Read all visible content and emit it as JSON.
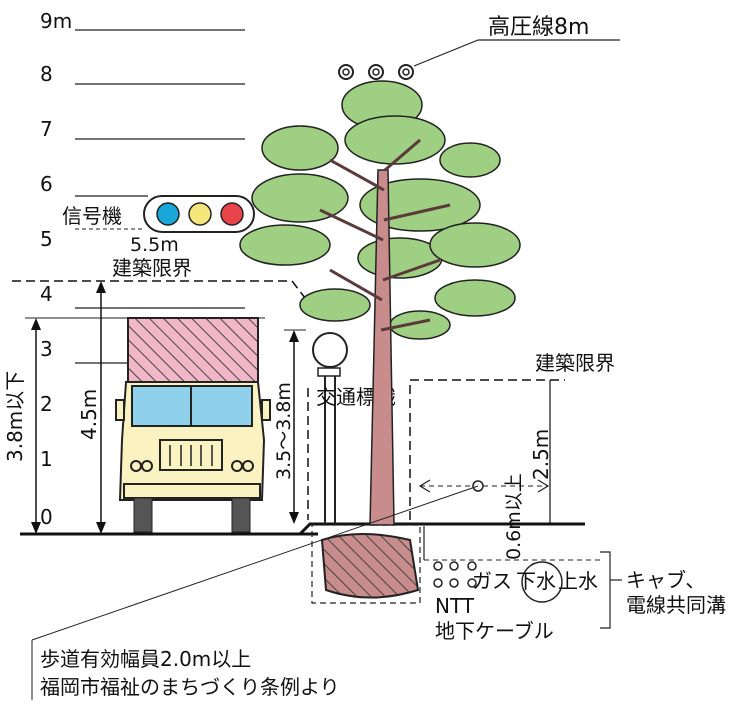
{
  "scale": {
    "ticks": [
      "0",
      "1",
      "2",
      "3",
      "4",
      "5",
      "6",
      "7",
      "8",
      "9m"
    ]
  },
  "labels": {
    "power_line": "高圧線8m",
    "signal": "信号機",
    "signal_height": "5.5m",
    "clearance_left": "建築限界",
    "clearance_right": "建築限界",
    "truck_limit": "3.8m以下",
    "truck_height": "4.5m",
    "sign_height": "3.5〜3.8m",
    "traffic_sign": "交通標識",
    "walk_clearance_height": "2.5m",
    "depth": "0.6m以上",
    "gas": "ガス",
    "sewer": "下水",
    "water": "上水",
    "ntt": "NTT",
    "underground_cable": "地下ケーブル",
    "cab_line1": "キャブ、",
    "cab_line2": "電線共同溝",
    "note_line1": "歩道有効幅員2.0m以上",
    "note_line2": "福岡市福祉のまちづくり条例より"
  },
  "colors": {
    "foliage": "#9fcf82",
    "truck_body": "#fbf2c2",
    "truck_cargo": "#f2b6c9",
    "truck_window": "#8fd1ea",
    "trunk": "#c98c8c",
    "root_ball": "#c98c8c",
    "signal_blue": "#1aa6d8",
    "signal_yellow": "#f4e67a",
    "signal_red": "#e8454a"
  }
}
